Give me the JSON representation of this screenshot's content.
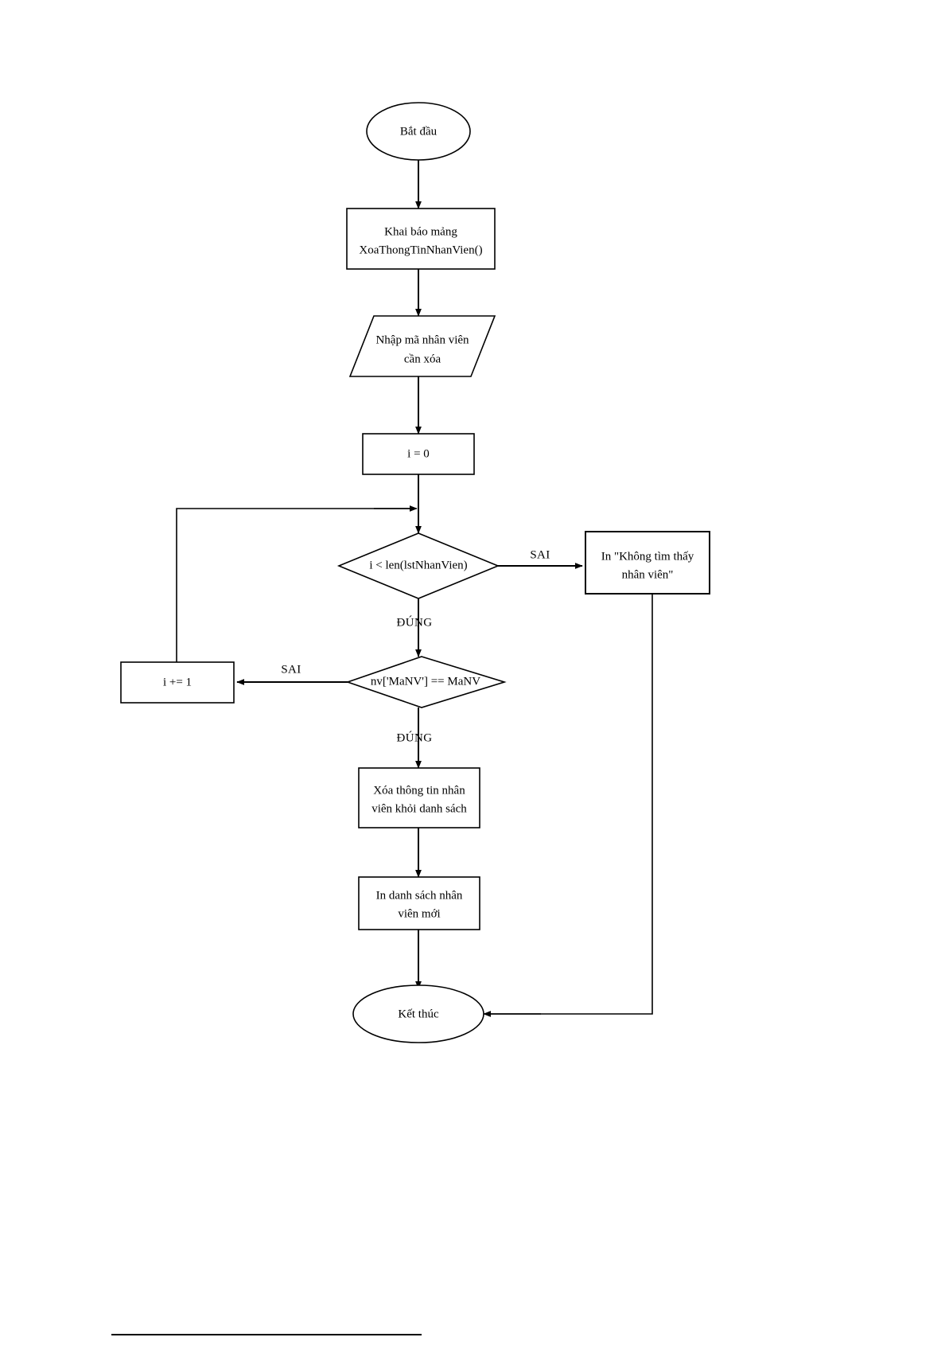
{
  "diagram": {
    "type": "flowchart",
    "language": "vi",
    "title": "XoaThongTinNhanVien flowchart",
    "colors": {
      "background": "#ffffff",
      "stroke": "#000000",
      "shape_fill": "#ffffff",
      "text": "#000000"
    },
    "nodes": [
      {
        "id": "start",
        "shape": "ellipse",
        "label": "Bắt đầu",
        "lines": [
          "Bắt đầu"
        ]
      },
      {
        "id": "declare",
        "shape": "process",
        "label": "Khai báo mảng XoaThongTinNhanVien()",
        "lines": [
          "Khai báo mảng",
          "XoaThongTinNhanVien()"
        ]
      },
      {
        "id": "input",
        "shape": "parallelogram",
        "label": "Nhập mã nhân viên cần xóa",
        "lines": [
          "Nhập mã nhân viên",
          "cần xóa"
        ]
      },
      {
        "id": "init",
        "shape": "process",
        "label": "i = 0",
        "lines": [
          "i = 0"
        ]
      },
      {
        "id": "loop-cond",
        "shape": "decision",
        "label": "i < len(lstNhanVien)",
        "lines": [
          "i < len(lstNhanVien)"
        ]
      },
      {
        "id": "not-found",
        "shape": "process",
        "label": "In \"Không tìm thấy nhân viên\"",
        "lines": [
          "In \"Không tìm thấy",
          "nhân viên\""
        ]
      },
      {
        "id": "match-cond",
        "shape": "decision",
        "label": "nv['MaNV'] == MaNV",
        "lines": [
          "nv['MaNV'] == MaNV"
        ]
      },
      {
        "id": "increment",
        "shape": "process",
        "label": "i += 1",
        "lines": [
          "i += 1"
        ]
      },
      {
        "id": "delete",
        "shape": "process",
        "label": "Xóa thông tin nhân viên khỏi danh sách",
        "lines": [
          "Xóa thông tin nhân",
          "viên khỏi danh sách"
        ]
      },
      {
        "id": "print-list",
        "shape": "process",
        "label": "In danh sách nhân viên mới",
        "lines": [
          "In danh sách nhân",
          "viên mới"
        ]
      },
      {
        "id": "end",
        "shape": "ellipse",
        "label": "Kết thúc",
        "lines": [
          "Kết thúc"
        ]
      }
    ],
    "edges": [
      {
        "id": "e1",
        "from": "start",
        "to": "declare",
        "label": ""
      },
      {
        "id": "e2",
        "from": "declare",
        "to": "input",
        "label": ""
      },
      {
        "id": "e3",
        "from": "input",
        "to": "init",
        "label": ""
      },
      {
        "id": "e4",
        "from": "init",
        "to": "loop-cond",
        "label": ""
      },
      {
        "id": "e5",
        "from": "loop-cond",
        "to": "not-found",
        "label": "SAI"
      },
      {
        "id": "e6",
        "from": "loop-cond",
        "to": "match-cond",
        "label": "ĐÚNG"
      },
      {
        "id": "e7",
        "from": "match-cond",
        "to": "increment",
        "label": "SAI"
      },
      {
        "id": "e8",
        "from": "match-cond",
        "to": "delete",
        "label": "ĐÚNG"
      },
      {
        "id": "e9",
        "from": "increment",
        "to": "loop-cond",
        "label": ""
      },
      {
        "id": "e10",
        "from": "delete",
        "to": "print-list",
        "label": ""
      },
      {
        "id": "e11",
        "from": "print-list",
        "to": "end",
        "label": ""
      },
      {
        "id": "e12",
        "from": "not-found",
        "to": "end",
        "label": ""
      }
    ]
  }
}
